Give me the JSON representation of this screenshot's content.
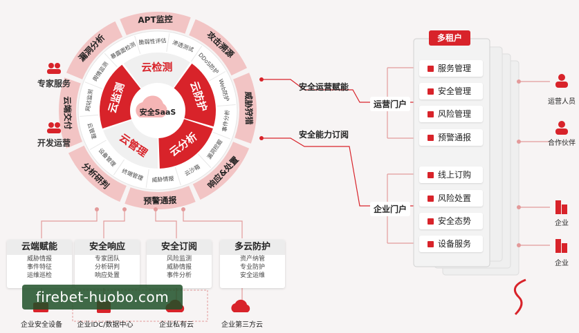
{
  "ring_outer": [
    "APT监控",
    "攻击溯源",
    "威胁狩猎",
    "响应&处置",
    "预警通报",
    "分析研判",
    "云端交付",
    "漏洞分析"
  ],
  "ring_inner_small": [
    "暴露面检测",
    "脆弱性评估",
    "渗透测试",
    "DDoS防护",
    "Web防护",
    "事件分析",
    "漏洞挖掘",
    "云沙箱",
    "威胁情报",
    "终端管理",
    "设备管理",
    "云管理",
    "网站监测",
    "舆情监测"
  ],
  "core_segments": [
    "云检测",
    "云防护",
    "云分析",
    "云管理",
    "云监测"
  ],
  "center": "安全SaaS",
  "left_services": [
    "专家服务",
    "开发运营"
  ],
  "cards": [
    {
      "title": "云端赋能",
      "lines": [
        "威胁情报",
        "事件特征",
        "运维巡检"
      ]
    },
    {
      "title": "安全响应",
      "lines": [
        "专家团队",
        "分析研判",
        "响应处置"
      ]
    },
    {
      "title": "安全订阅",
      "lines": [
        "风险监测",
        "威胁情报",
        "事件分析"
      ]
    },
    {
      "title": "多云防护",
      "lines": [
        "资产纳管",
        "专业防护",
        "安全运维"
      ]
    }
  ],
  "bottom_labels": [
    "企业安全设备",
    "企业IDC/数据中心",
    "企业私有云",
    "企业第三方云"
  ],
  "mid_labels": {
    "top": "安全运营赋能",
    "bottom": "安全能力订阅"
  },
  "portals": {
    "ops": "运营门户",
    "ent": "企业门户"
  },
  "tenant_title": "多租户",
  "ops_items": [
    "服务管理",
    "安全管理",
    "风险管理",
    "预警通报"
  ],
  "ent_items": [
    "线上订购",
    "风险处置",
    "安全态势",
    "设备服务"
  ],
  "right_items": [
    "运营人员",
    "合作伙伴",
    "企业",
    "企业"
  ],
  "watermark": "firebet-huobo.com",
  "colors": {
    "accent": "#d8232a",
    "pink": "#f2c4c4",
    "gray": "#e6e6e6"
  }
}
